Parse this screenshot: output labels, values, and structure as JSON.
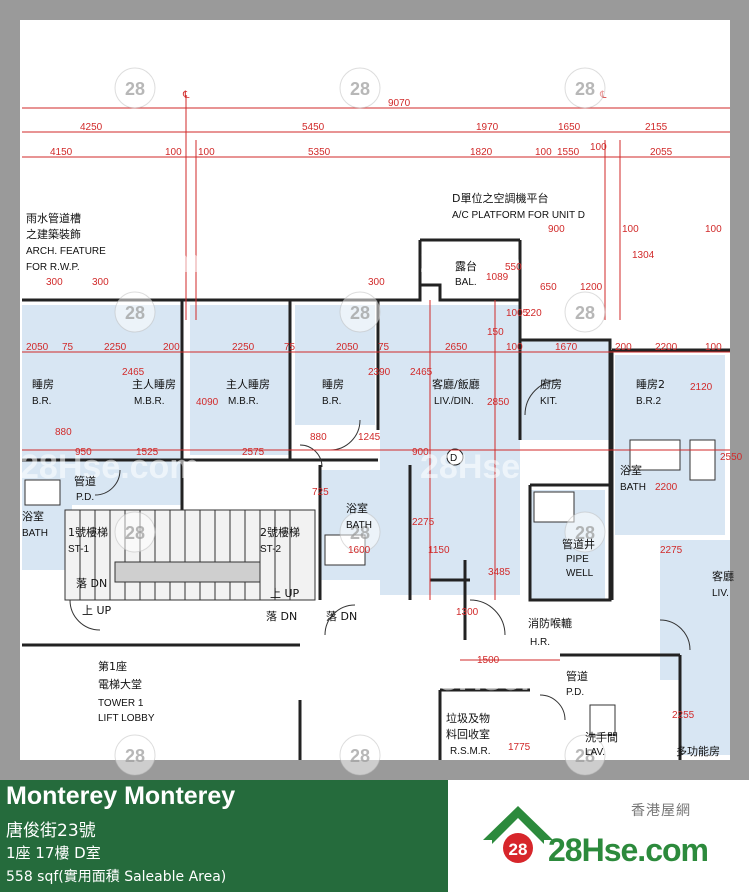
{
  "watermark": {
    "text": "28Hse.com",
    "badge": "28"
  },
  "plan": {
    "rooms": {
      "ac_platform_cn": "D單位之空調機平台",
      "ac_platform_en": "A/C PLATFORM FOR UNIT D",
      "arch_cn_1": "雨水管道槽",
      "arch_cn_2": "之建築裝飾",
      "arch_en_1": "ARCH. FEATURE",
      "arch_en_2": "FOR R.W.P.",
      "bal_cn": "露台",
      "bal_en": "BAL.",
      "br1_cn": "睡房",
      "br1_en": "B.R.",
      "mbr1_cn": "主人睡房",
      "mbr1_en": "M.B.R.",
      "mbr2_cn": "主人睡房",
      "mbr2_en": "M.B.R.",
      "br3_cn": "睡房",
      "br3_en": "B.R.",
      "liv_cn": "客廳/飯廳",
      "liv_en": "LIV./DIN.",
      "kit_cn": "廚房",
      "kit_en": "KIT.",
      "br2_cn": "睡房2",
      "br2_en": "B.R.2",
      "bath_r_cn": "浴室",
      "bath_r_en": "BATH",
      "unit_label": "D",
      "pd1_cn": "管道",
      "pd1_en": "P.D.",
      "bath_l_cn": "浴室",
      "bath_l_en": "BATH",
      "st1_cn": "1號樓梯",
      "st1_en": "ST-1",
      "st2_cn": "2號樓梯",
      "st2_en": "ST-2",
      "bath_c_cn": "浴室",
      "bath_c_en": "BATH",
      "pipe_cn": "管道井",
      "pipe_en_1": "PIPE",
      "pipe_en_2": "WELL",
      "hr_cn": "消防喉轆",
      "hr_en": "H.R.",
      "dn1": "落 DN",
      "up1": "上 UP",
      "up2": "上 UP",
      "dn2": "落 DN",
      "dn3": "落 DN",
      "lobby_cn_1": "第1座",
      "lobby_cn_2": "電梯大堂",
      "lobby_en_1": "TOWER 1",
      "lobby_en_2": "LIFT LOBBY",
      "rsmr_cn_1": "垃圾及物",
      "rsmr_cn_2": "料回收室",
      "rsmr_en": "R.S.M.R.",
      "pd2_cn": "管道",
      "pd2_en": "P.D.",
      "lav_cn": "洗手間",
      "lav_en": "LAV.",
      "multi_cn": "多功能房",
      "liv_r_cn": "客廳",
      "liv_r_en": "LIV."
    },
    "dims": {
      "d9070": "9070",
      "d4250": "4250",
      "d5450": "5450",
      "d1970": "1970",
      "d1650": "1650",
      "d2155": "2155",
      "d4150": "4150",
      "d100a": "100",
      "d100b": "100",
      "d5350": "5350",
      "d1820": "1820",
      "d100c": "100",
      "d1550": "1550",
      "d100d": "100",
      "d2055": "2055",
      "d900a": "900",
      "d1304": "1304",
      "d100e": "100",
      "d100f": "100",
      "d550": "550",
      "d1089": "1089",
      "d650": "650",
      "d1200": "1200",
      "d1005": "1005",
      "d2050a": "2050",
      "d75a": "75",
      "d2250a": "2250",
      "d200a": "200",
      "d2250b": "2250",
      "d75b": "75",
      "d2050b": "2050",
      "d75c": "75",
      "d2650": "2650",
      "d100g": "100",
      "d1670": "1670",
      "d2200a": "2200",
      "d100h": "100",
      "d2465a": "2465",
      "d4090": "4090",
      "d2390": "2390",
      "d2465b": "2465",
      "d2850": "2850",
      "d2120": "2120",
      "d880a": "880",
      "d950": "950",
      "d1525": "1525",
      "d2575": "2575",
      "d880b": "880",
      "d1245": "1245",
      "d900b": "900",
      "d2200b": "2200",
      "d2550": "2550",
      "d725": "725",
      "d2275a": "2275",
      "d1600": "1600",
      "d1150": "1150",
      "d3485": "3485",
      "d2275b": "2275",
      "d1300": "1300",
      "d1500": "1500",
      "d2255": "2255",
      "d1775": "1775",
      "d300a": "300",
      "d300b": "300",
      "d300c": "300",
      "d220": "220",
      "d200b": "200",
      "d150": "150"
    }
  },
  "footer": {
    "estate_name": "Monterey Monterey",
    "address": "唐俊街23號",
    "unit": "1座 17樓 D室",
    "area": "558 sqf(實用面積 Saleable Area)",
    "brand_cn": "香港屋網",
    "brand_en": "28Hse.com",
    "badge": "28"
  },
  "colors": {
    "footer_green": "#256b3c",
    "brand_green": "#2c8a3c",
    "room_blue": "#d8e6f3",
    "dim_red": "#d12a2a"
  }
}
